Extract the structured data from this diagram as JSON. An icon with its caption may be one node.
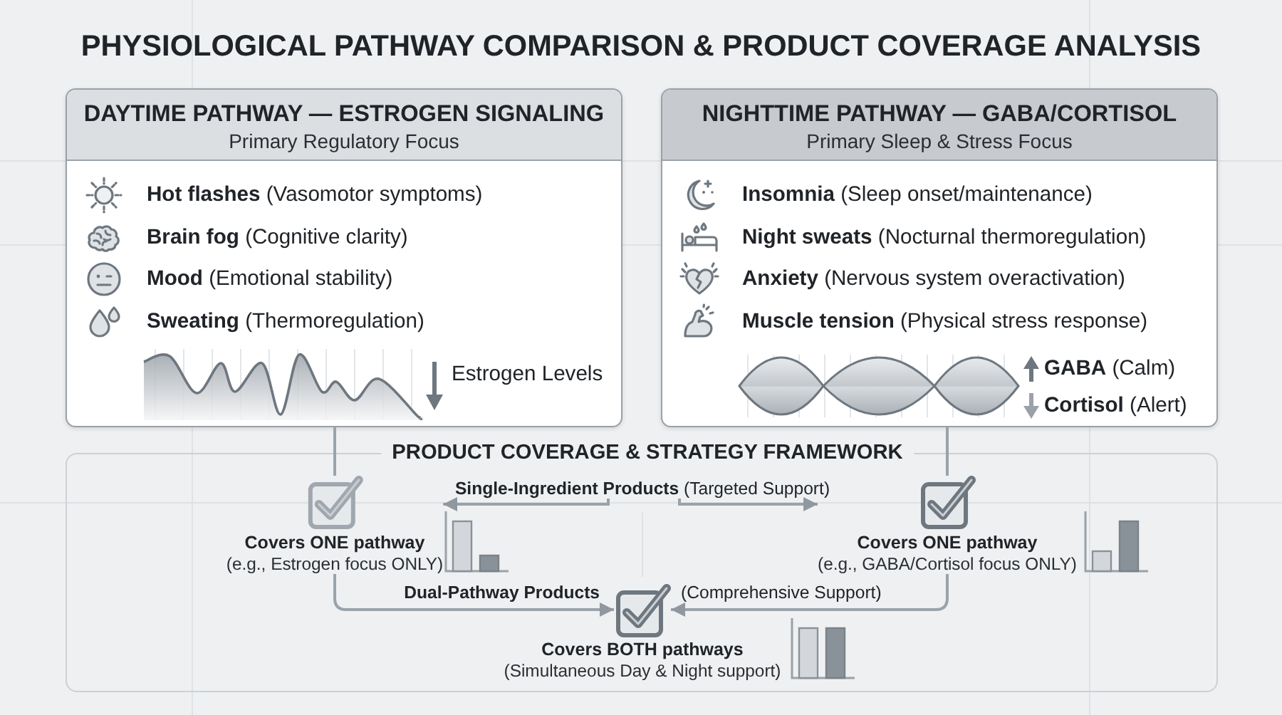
{
  "diagram": {
    "title": "PHYSIOLOGICAL PATHWAY COMPARISON & PRODUCT COVERAGE ANALYSIS",
    "nodes": [
      {
        "text": [
          "DAYTIME PATHWAY — ESTROGEN SIGNALING",
          "Primary Regulatory Focus",
          "**Hot flashes** (Vasomotor symptoms)",
          "**Brain fog** (Cognitive clarity)",
          "**Mood** (Emotional stability)",
          "**Sweating** (Thermoregulation)",
          "Estrogen Levels"
        ]
      },
      {
        "text": [
          "NIGHTTIME PATHWAY — GABA/CORTISOL",
          "Primary Sleep & Stress Focus",
          "**Insomnia** (Sleep onset/maintenance)",
          "**Night sweats** (Nocturnal thermoregulation)",
          "**Anxiety** (Nervous system overactivation)",
          "**Muscle tension** (Physical stress response)",
          "**GABA** (Calm)",
          "**Cortisol** (Alert)"
        ]
      },
      {
        "text": [
          "PRODUCT COVERAGE & STRATEGY FRAMEWORK"
        ]
      },
      {
        "text": [
          "Covers ONE pathway",
          "(e.g., Estrogen focus ONLY)"
        ],
        "in": 2
      },
      {
        "text": [
          "**Single-Ingredient Products** (Targeted Support)"
        ],
        "in": 2
      },
      {
        "text": [
          "Covers ONE pathway",
          "(e.g., GABA/Cortisol focus ONLY)"
        ],
        "in": 2
      },
      {
        "text": [],
        "shape": "box",
        "beside": [
          "Covers BOTH pathways",
          "(Simultaneous Day & Night support)"
        ],
        "in": 2
      }
    ],
    "edges": [
      {
        "from": 0,
        "to": 3,
        "arrow": "none"
      },
      {
        "from": 1,
        "to": 5,
        "arrow": "none"
      },
      {
        "from": 4,
        "to": 3,
        "arrow": "to"
      },
      {
        "from": 4,
        "to": 5,
        "arrow": "to"
      },
      {
        "from": 3,
        "to": 6,
        "arrow": "to",
        "label": "Dual-Pathway Products"
      },
      {
        "from": 5,
        "to": 6,
        "arrow": "to",
        "label": "(Comprehensive Support)"
      }
    ]
  }
}
